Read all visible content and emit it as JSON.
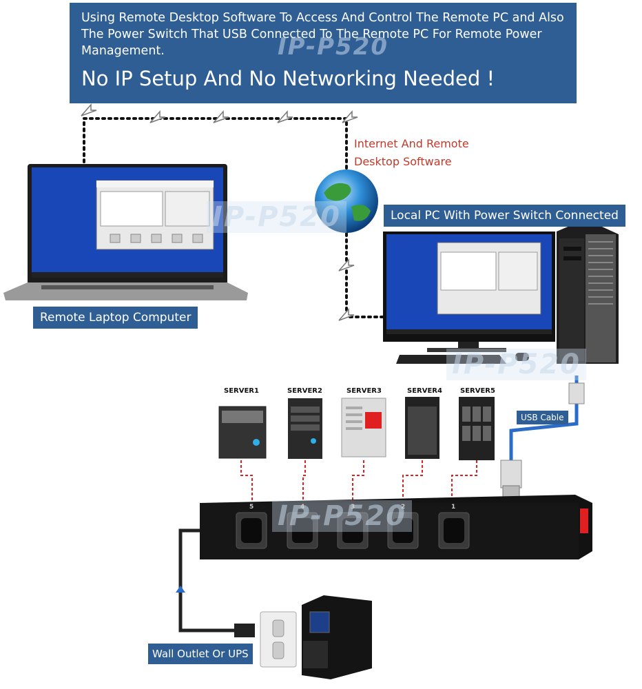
{
  "banner": {
    "description": "Using Remote Desktop Software To Access And Control The Remote PC and Also The Power Switch That USB Connected To The Remote PC For Remote Power Management.",
    "headline": "No IP Setup And No Networking Needed !"
  },
  "watermark": "IP-P520",
  "labels": {
    "remote_laptop": "Remote Laptop Computer",
    "internet": "Internet And Remote Desktop Software",
    "local_pc": "Local PC With Power Switch Connected",
    "usb_cable": "USB Cable",
    "wall_outlet": "Wall Outlet Or UPS"
  },
  "servers": [
    "SERVER1",
    "SERVER2",
    "SERVER3",
    "SERVER4",
    "SERVER5"
  ],
  "outlet_numbers": [
    "5",
    "4",
    "3",
    "2",
    "1"
  ],
  "colors": {
    "label_bg": "#2e5e93",
    "red_text": "#c0392b",
    "pdu_red": "#e02020"
  }
}
